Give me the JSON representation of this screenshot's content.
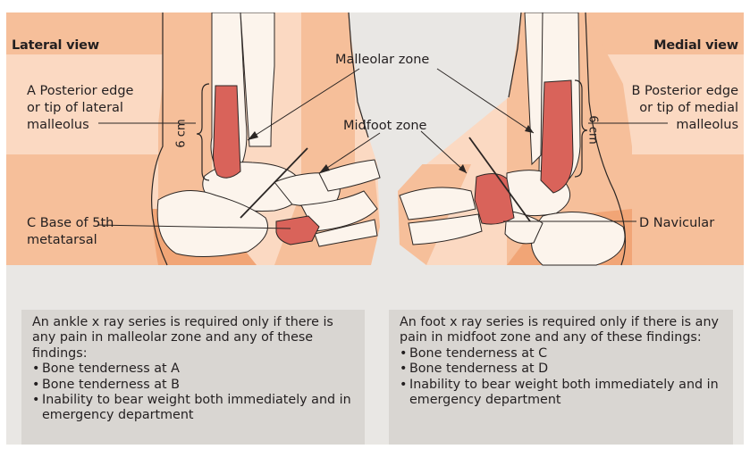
{
  "views": {
    "lateral": {
      "title": "Lateral view",
      "label_a": "A Posterior edge\nor tip of lateral\nmalleolus",
      "label_c": "C Base of 5th\nmetatarsal",
      "measure": "6 cm"
    },
    "medial": {
      "title": "Medial view",
      "label_b": "B Posterior edge\nor tip of medial\nmalleolus",
      "label_d": "D Navicular",
      "measure": "6 cm"
    }
  },
  "zones": {
    "malleolar": "Malleolar zone",
    "midfoot": "Midfoot zone"
  },
  "boxes": [
    {
      "intro": "An ankle x ray series is required only if there is any pain in malleolar zone and any of these findings:",
      "bullets": [
        "Bone tenderness at A",
        "Bone tenderness at B",
        "Inability to bear weight both immediately and in emergency department"
      ]
    },
    {
      "intro": "An foot x ray series is required only if there is any pain in midfoot zone and any of these findings:",
      "bullets": [
        "Bone tenderness at C",
        "Bone tenderness at D",
        "Inability to bear weight both immediately and in emergency department"
      ]
    }
  ],
  "bullet_glyph": "•",
  "colors": {
    "panel_bg": "#e9e7e4",
    "skin_light": "#fbd9c2",
    "skin_mid": "#f6bf9a",
    "skin_dark": "#f1a576",
    "highlight_red": "#d9635a",
    "bone_fill": "#fcf4ec",
    "outline": "#2b2624",
    "box_bg": "#d9d6d2"
  }
}
